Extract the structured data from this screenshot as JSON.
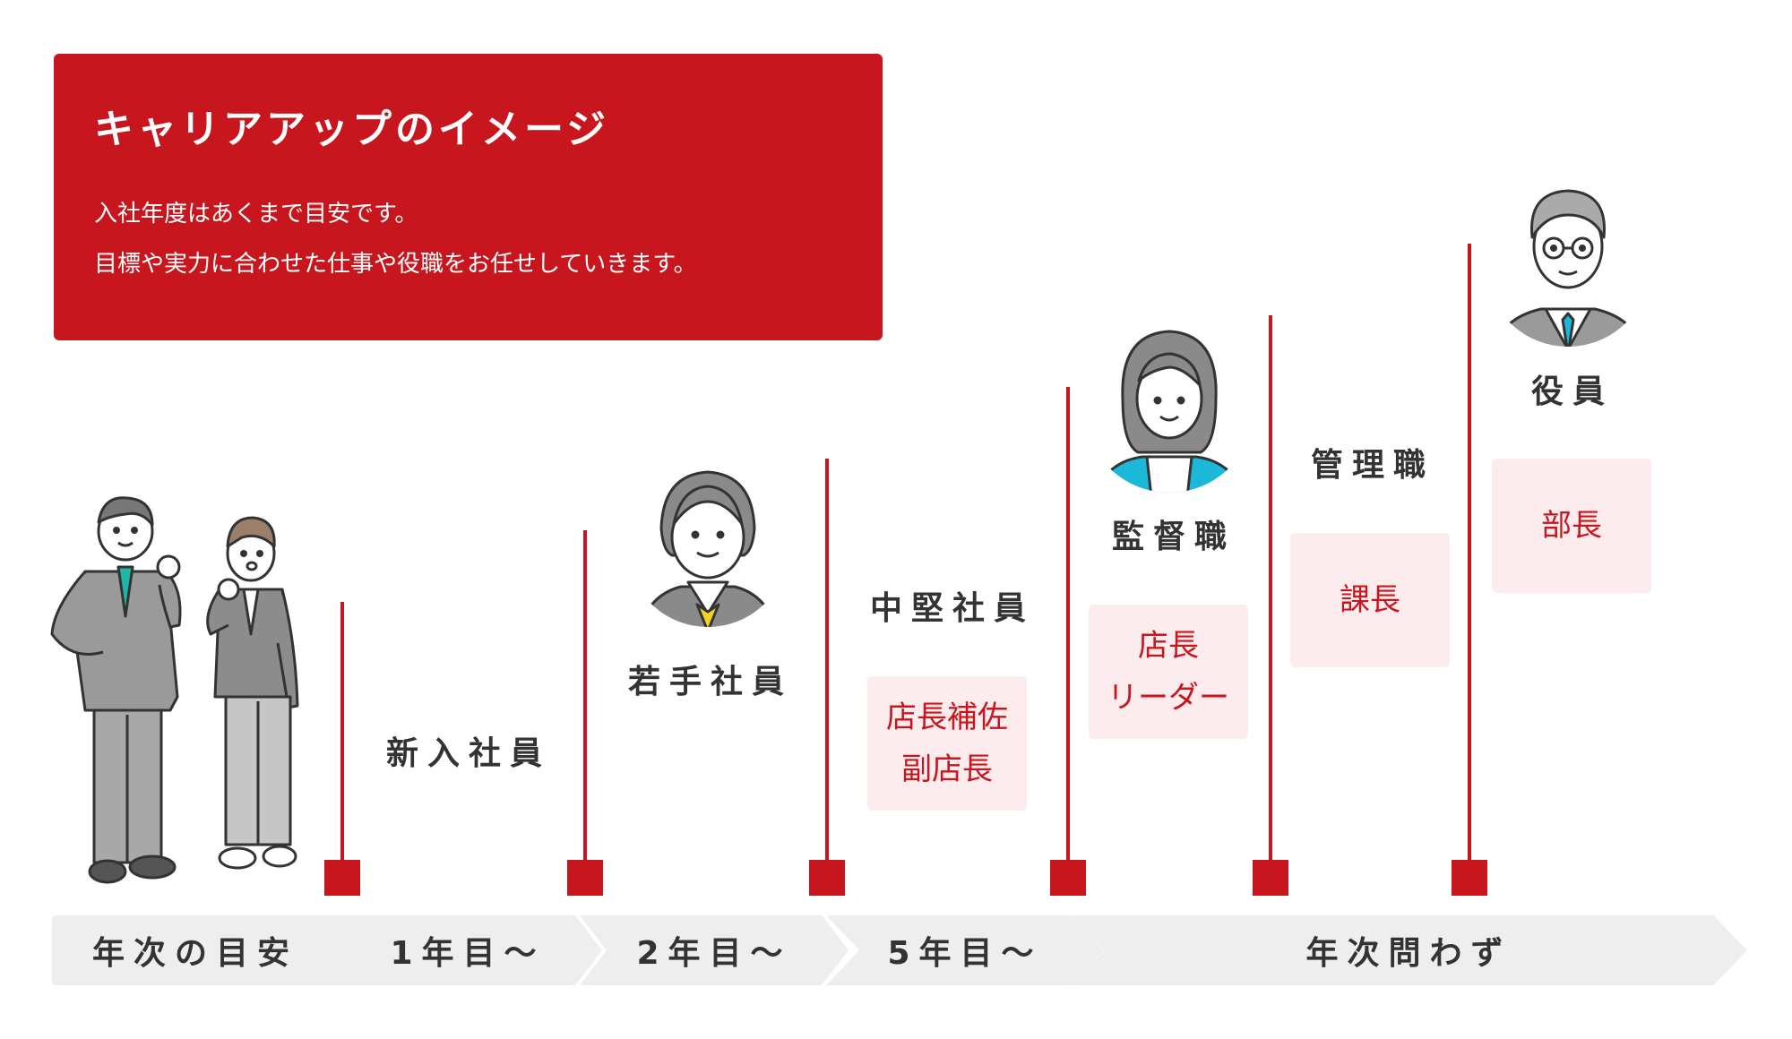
{
  "header": {
    "title": "キャリアアップのイメージ",
    "subtitle_line1": "入社年度はあくまで目安です。",
    "subtitle_line2": "目標や実力に合わせた仕事や役職をお任せしていきます。"
  },
  "stages": [
    {
      "label": "新入社員",
      "avatar": "new-employees-illustration-icon"
    },
    {
      "label": "若手社員",
      "avatar": "young-employee-avatar-icon"
    },
    {
      "label": "中堅社員",
      "roles": [
        "店長補佐",
        "副店長"
      ]
    },
    {
      "label": "監督職",
      "roles": [
        "店長",
        "リーダー"
      ],
      "avatar": "supervisor-avatar-icon"
    },
    {
      "label": "管理職",
      "roles": [
        "課長"
      ]
    },
    {
      "label": "役員",
      "roles": [
        "部長"
      ],
      "avatar": "executive-avatar-icon"
    }
  ],
  "timeline": {
    "segments": [
      "年次の目安",
      "1年目〜",
      "2年目〜",
      "5年目〜",
      "年次問わず"
    ]
  },
  "colors": {
    "accent": "#c8161e",
    "role_box_bg": "#fdecee",
    "timeline_bg": "#eeeeee",
    "text": "#333333"
  }
}
